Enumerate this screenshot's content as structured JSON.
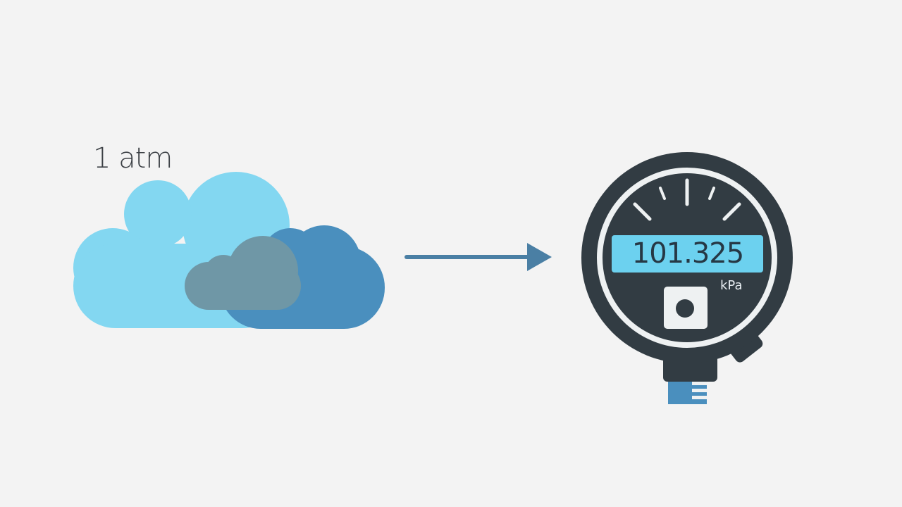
{
  "atmosphere": {
    "label": "1 atm",
    "icon": "cloud-icon"
  },
  "connector": {
    "icon": "arrow-right-icon"
  },
  "gauge": {
    "reading": "101.325",
    "unit": "kPa",
    "icon": "pressure-gauge-icon"
  },
  "colors": {
    "background": "#f3f3f3",
    "cloud_light": "#83d7f1",
    "cloud_mid": "#4a8fbe",
    "cloud_dark": "#6f97a6",
    "arrow": "#4a7fa4",
    "gauge_body": "#323c43",
    "gauge_ring": "#eef1f2",
    "display": "#6cd1ef",
    "pipe": "#4a8fbe"
  }
}
